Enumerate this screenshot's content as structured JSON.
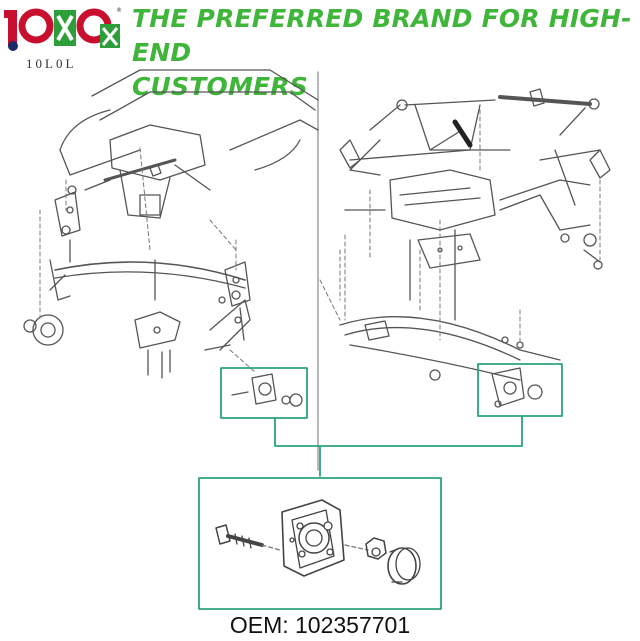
{
  "brand": {
    "logo_text": "10L0L",
    "headline_line1": "THE PREFERRED BRAND FOR HIGH-END",
    "headline_line2": "CUSTOMERS",
    "accent_color": "#3fb53a",
    "callout_color": "#2aa37f"
  },
  "product": {
    "oem_label": "OEM: 102357701"
  },
  "diagram": {
    "left_panel": "front-suspension-exploded-view",
    "right_panel": "front-suspension-exploded-view-alt",
    "detail": "wheel-hub-bearing-assembly"
  }
}
